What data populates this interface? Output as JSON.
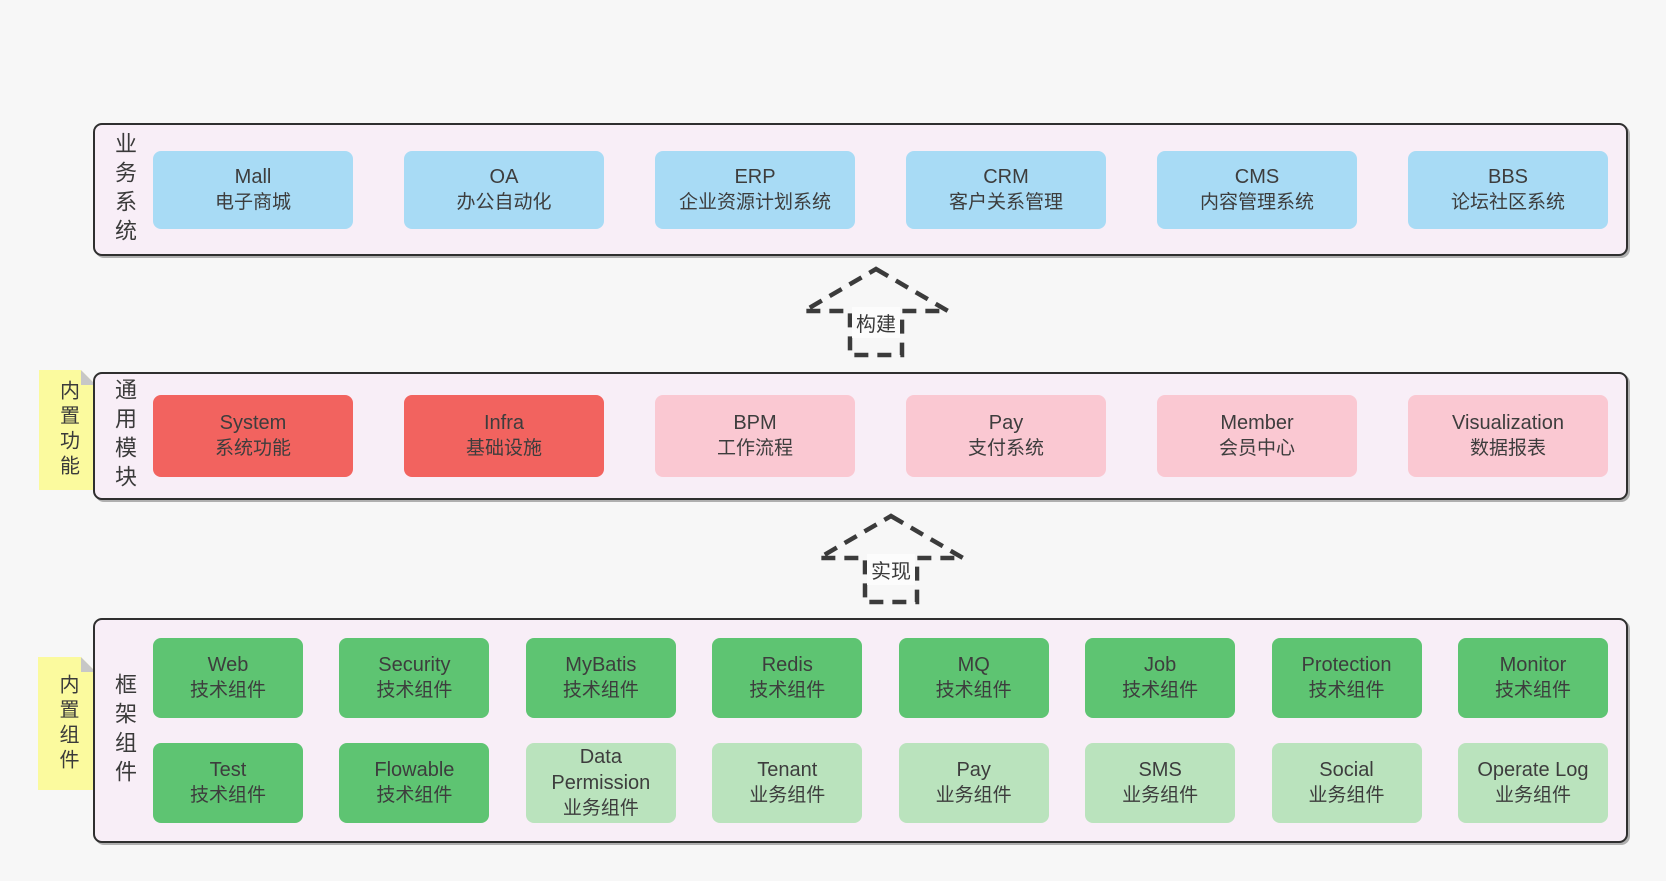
{
  "colors": {
    "background": "#f7f7f7",
    "container_fill": "#f8eef7",
    "container_border": "#2f2f2f",
    "business_box_blue": "#a8dbf5",
    "core_module_box_red": "#f2635f",
    "module_box_pink": "#fac8d2",
    "tech_component_box_green": "#5ec472",
    "biz_component_box_light_green": "#bae3bd",
    "sticky_note_yellow": "#fbfa9e",
    "arrow_stroke": "#3b3b3b"
  },
  "arrows": [
    {
      "label": "构建"
    },
    {
      "label": "实现"
    }
  ],
  "sections": [
    {
      "label": "业务系统",
      "boxes": [
        {
          "name": "Mall",
          "desc": "电子商城"
        },
        {
          "name": "OA",
          "desc": "办公自动化"
        },
        {
          "name": "ERP",
          "desc": "企业资源计划系统"
        },
        {
          "name": "CRM",
          "desc": "客户关系管理"
        },
        {
          "name": "CMS",
          "desc": "内容管理系统"
        },
        {
          "name": "BBS",
          "desc": "论坛社区系统"
        }
      ]
    },
    {
      "label": "通用模块",
      "sticky": "内置功能",
      "boxes": [
        {
          "name": "System",
          "desc": "系统功能"
        },
        {
          "name": "Infra",
          "desc": "基础设施"
        },
        {
          "name": "BPM",
          "desc": "工作流程"
        },
        {
          "name": "Pay",
          "desc": "支付系统"
        },
        {
          "name": "Member",
          "desc": "会员中心"
        },
        {
          "name": "Visualization",
          "desc": "数据报表"
        }
      ]
    },
    {
      "label": "框架组件",
      "sticky": "内置组件",
      "rows": [
        [
          {
            "name": "Web",
            "desc": "技术组件"
          },
          {
            "name": "Security",
            "desc": "技术组件"
          },
          {
            "name": "MyBatis",
            "desc": "技术组件"
          },
          {
            "name": "Redis",
            "desc": "技术组件"
          },
          {
            "name": "MQ",
            "desc": "技术组件"
          },
          {
            "name": "Job",
            "desc": "技术组件"
          },
          {
            "name": "Protection",
            "desc": "技术组件"
          },
          {
            "name": "Monitor",
            "desc": "技术组件"
          }
        ],
        [
          {
            "name": "Test",
            "desc": "技术组件"
          },
          {
            "name": "Flowable",
            "desc": "技术组件"
          },
          {
            "name": "Data Permission",
            "desc": "业务组件"
          },
          {
            "name": "Tenant",
            "desc": "业务组件"
          },
          {
            "name": "Pay",
            "desc": "业务组件"
          },
          {
            "name": "SMS",
            "desc": "业务组件"
          },
          {
            "name": "Social",
            "desc": "业务组件"
          },
          {
            "name": "Operate Log",
            "desc": "业务组件"
          }
        ]
      ]
    }
  ]
}
